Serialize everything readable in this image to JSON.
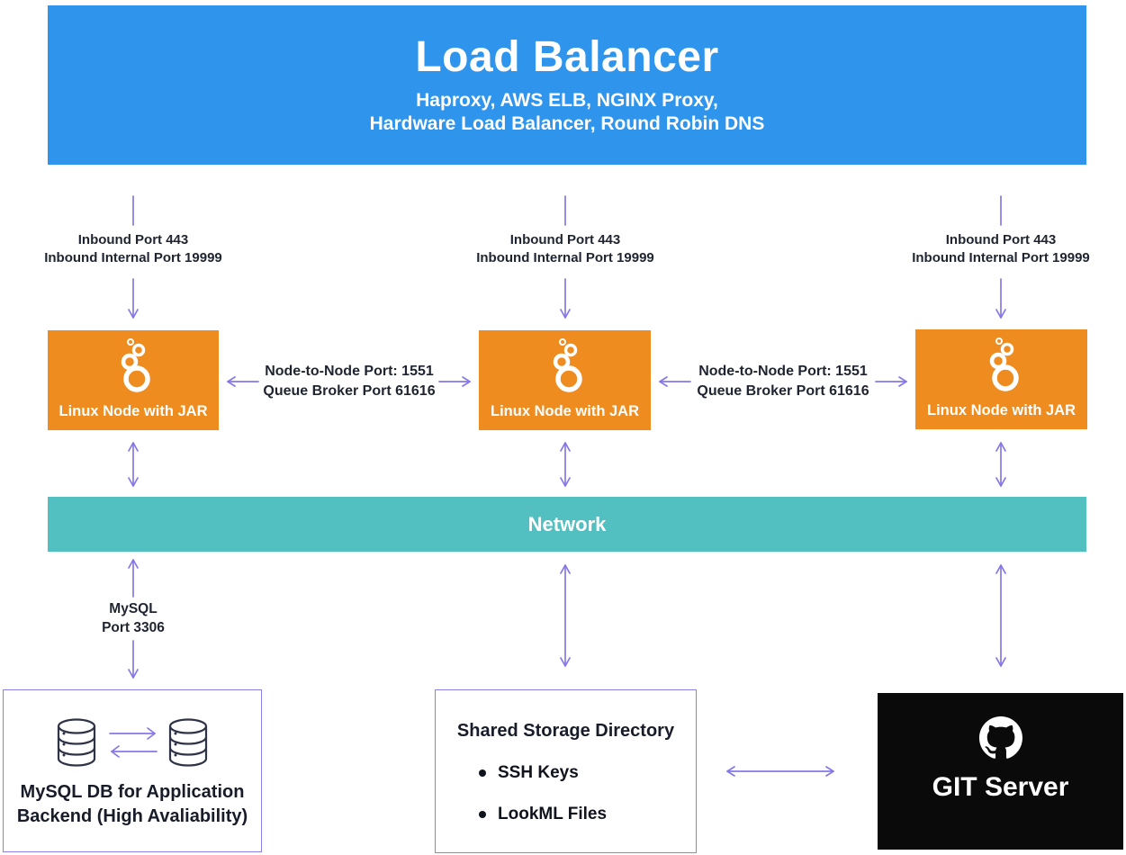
{
  "load_balancer": {
    "title": "Load Balancer",
    "subtitle_line1": "Haproxy, AWS ELB, NGINX Proxy,",
    "subtitle_line2": "Hardware Load Balancer, Round Robin DNS"
  },
  "inbound": {
    "line1": "Inbound Port 443",
    "line2": "Inbound Internal Port 19999"
  },
  "linux_node": {
    "label": "Linux Node with JAR"
  },
  "node_to_node": {
    "line1": "Node-to-Node Port: 1551",
    "line2": "Queue Broker Port 61616"
  },
  "network": {
    "label": "Network"
  },
  "mysql_link": {
    "line1": "MySQL",
    "line2": "Port 3306"
  },
  "mysql_db": {
    "line1": "MySQL DB for Application",
    "line2": "Backend (High Avaliability)"
  },
  "shared_storage": {
    "title": "Shared Storage Directory",
    "items": [
      "SSH Keys",
      "LookML Files"
    ]
  },
  "git_server": {
    "label": "GIT Server"
  },
  "colors": {
    "banner_blue": "#2e94ec",
    "node_orange": "#ee8c1f",
    "network_teal": "#52bfc0",
    "arrow_purple": "#8577e8",
    "box_border_purple": "#8b80ea",
    "git_black": "#0a0a0a",
    "text_dark": "#1e2230"
  }
}
